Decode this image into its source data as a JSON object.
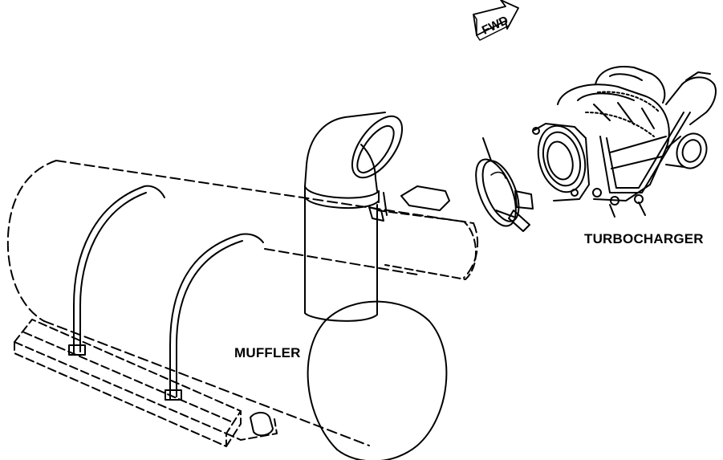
{
  "labels": {
    "muffler": "MUFFLER",
    "turbocharger": "TURBOCHARGER",
    "forward_arrow": "FWD"
  },
  "icons": {
    "forward_arrow": "forward-arrow-icon"
  },
  "colors": {
    "line": "#000000",
    "background": "#ffffff"
  }
}
